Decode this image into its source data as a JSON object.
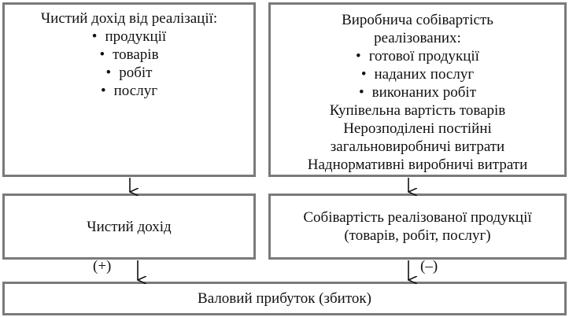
{
  "revenue_sources": {
    "title": "Чистий дохід від реалізації:",
    "items": [
      "продукції",
      "товарів",
      "робіт",
      "послуг"
    ]
  },
  "cost_sources": {
    "title_line1": "Виробнича собівартість",
    "title_line2": "реалізованих:",
    "items": [
      "готової продукції",
      "наданих послуг",
      "виконаних робіт"
    ],
    "line1": "Купівельна вартість товарів",
    "line2": "Нерозподілені постійні",
    "line3": "загальновиробничі витрати",
    "line4": "Наднормативні виробничі витрати"
  },
  "net_revenue": {
    "label": "Чистий дохід"
  },
  "cogs": {
    "line1": "Собівартість реалізованої продукції",
    "line2": "(товарів, робіт, послуг)"
  },
  "signs": {
    "plus": "(+)",
    "minus": "(–)"
  },
  "gross_profit": {
    "label": "Валовий прибуток (збиток)"
  },
  "bullet_glyph": "•",
  "colors": {
    "border": "#7a7a7a",
    "arrow": "#111111",
    "text": "#111111"
  }
}
